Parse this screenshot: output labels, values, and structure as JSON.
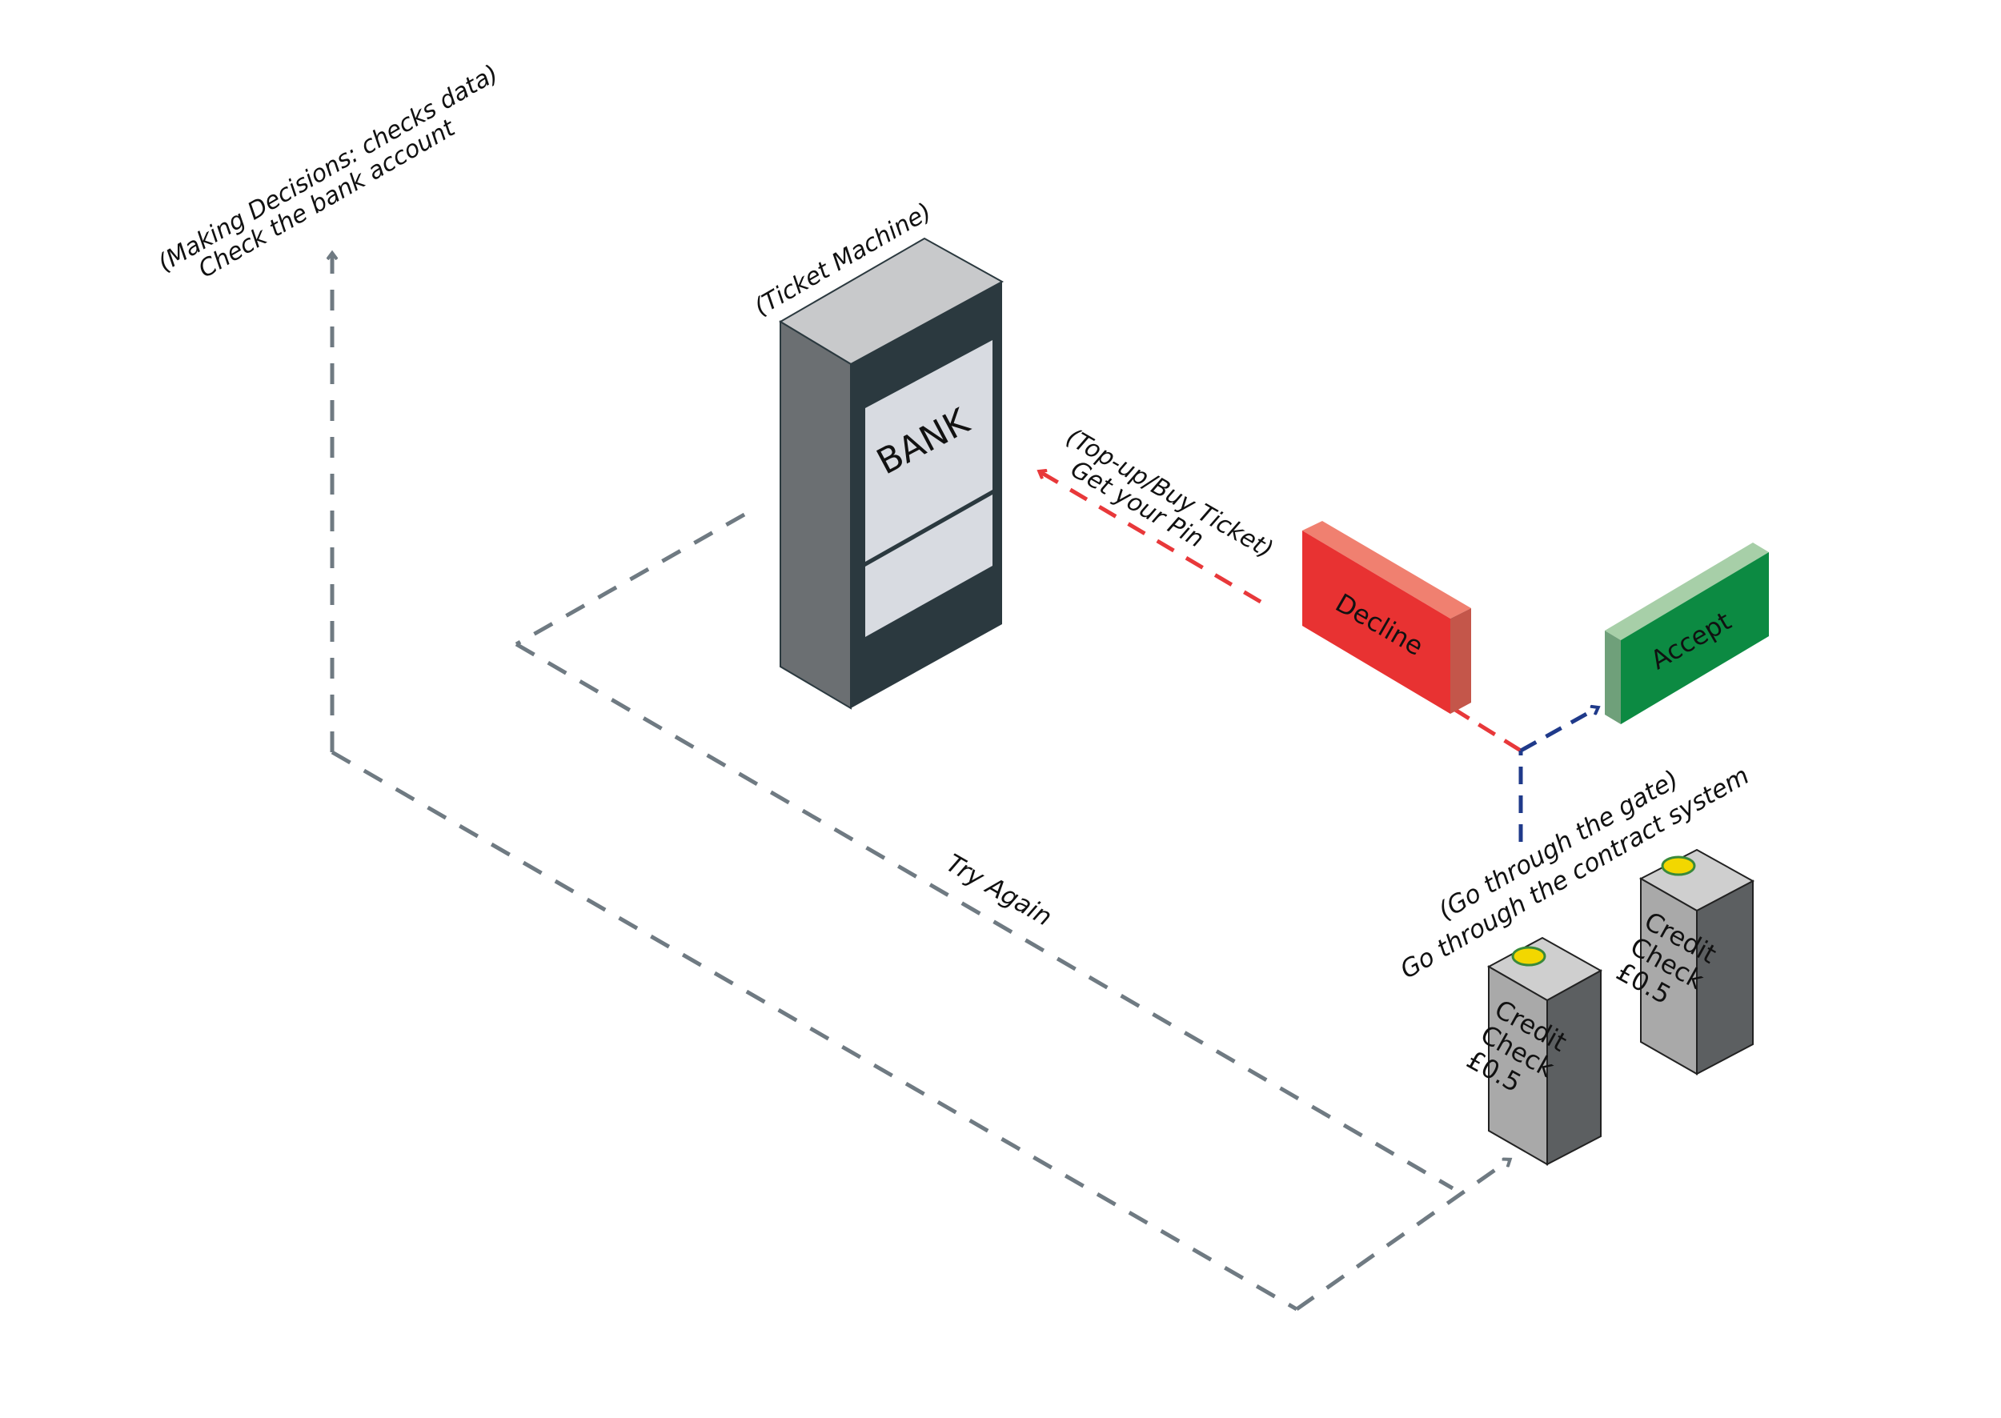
{
  "labels": {
    "decisions_line1": "(Making Decisions: checks data)",
    "decisions_line2": "Check the bank account",
    "ticket_machine": "(Ticket Machine)",
    "bank": "BANK",
    "topup_line1": "(Top-up/Buy Ticket)",
    "topup_line2": "Get your Pin",
    "decline": "Decline",
    "accept": "Accept",
    "gate_line1": "(Go through the gate)",
    "gate_line2": "Go through the contract system",
    "try_again": "Try Again"
  },
  "credit_boxes": [
    {
      "line1": "Credit",
      "line2": "Check",
      "line3": "£0.5"
    },
    {
      "line1": "Credit",
      "line2": "Check",
      "line3": "£0.5"
    }
  ],
  "colors": {
    "flow_grey": "#6f7a82",
    "flow_red": "#e8383a",
    "flow_blue": "#1f3a8a",
    "decline_front": "#e83232",
    "decline_side": "#c4564a",
    "decline_top": "#f08070",
    "accept_front": "#0c8a42",
    "accept_side": "#6fa07a",
    "accept_top": "#a7cfa8",
    "machine_front": "#2b393f",
    "machine_side": "#6b6f72",
    "machine_top": "#c8c9cb",
    "screen": "#d8dbe1",
    "pillar_front": "#a9a9a9",
    "pillar_side": "#5c5f61",
    "pillar_top": "#cfcfcf",
    "indicator": "#f2d700"
  }
}
